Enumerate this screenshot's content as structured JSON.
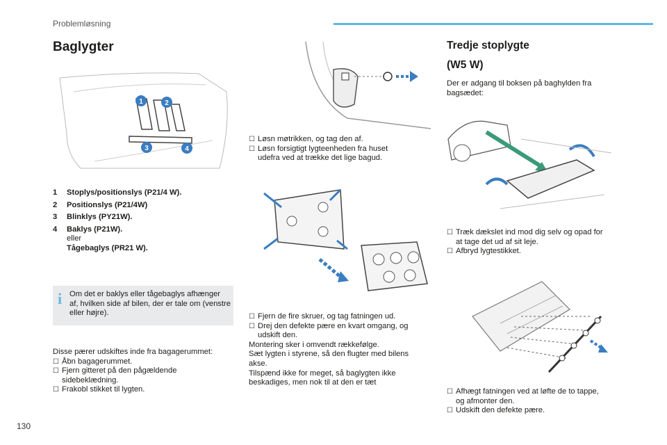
{
  "header": {
    "section": "Problemløsning",
    "accent": "#5fb8e3"
  },
  "page_number": "130",
  "title": "Baglygter",
  "legend": [
    {
      "num": "1",
      "label": "Stoplys/positionslys (P21/4 W)."
    },
    {
      "num": "2",
      "label": "Positionslys (P21/4W)"
    },
    {
      "num": "3",
      "label": "Blinklys (PY21W)."
    },
    {
      "num": "4",
      "label": "Baklys (P21W).",
      "or": "eller",
      "alt": "Tågebaglys (PR21 W)."
    }
  ],
  "info": {
    "icon_glyph": "i",
    "text": "Om det er baklys eller tågebaglys afhænger af, hvilken side af bilen, der er tale om (venstre eller højre)."
  },
  "col1_text": {
    "intro": "Disse pærer udskiftes inde fra bagagerummet:",
    "steps": [
      "Åbn bagagerummet.",
      "Fjern gitteret på den pågældende",
      "sidebeklædning.",
      "Frakobl stikket til lygten."
    ]
  },
  "col2_text_a": {
    "steps": [
      "Løsn møtrikken, og tag den af.",
      "Løsn forsigtigt lygteenheden fra huset",
      "udefra ved at trække det lige bagud."
    ]
  },
  "col2_text_b": {
    "steps": [
      "Fjern de fire skruer, og tag fatningen ud.",
      "Drej den defekte pære en kvart omgang, og",
      "udskift den."
    ],
    "lines": [
      "Montering sker i omvendt rækkefølge.",
      "Sæt lygten i styrene, så den flugter med bilens",
      "akse.",
      "Tilspænd ikke for meget, så baglygten ikke",
      "beskadiges, men nok til at den er tæt"
    ]
  },
  "col3": {
    "title": "Tredje stoplygte",
    "subtitle": "(W5 W)",
    "intro": [
      "Der er adgang til boksen på baghylden fra",
      "bagsædet:"
    ],
    "steps_a": [
      "Træk dækslet ind mod dig selv og opad for",
      "at tage det ud af sit leje.",
      "Afbryd lygtestikket."
    ],
    "steps_b": [
      "Afhægt fatningen ved at løfte de to tappe,",
      "og afmonter den.",
      "Udskift den defekte pære."
    ]
  },
  "callouts": [
    "1",
    "2",
    "3",
    "4"
  ],
  "icons": {
    "checkbox": "checkbox-icon",
    "info": "info-icon"
  },
  "checkbox_glyph": "☐"
}
